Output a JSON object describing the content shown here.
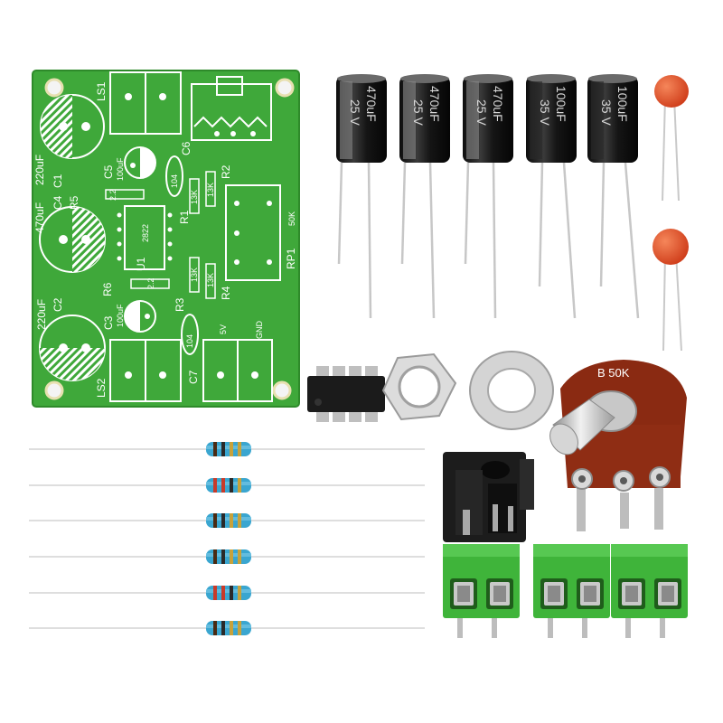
{
  "pcb": {
    "labels": {
      "ls1": "LS1",
      "ls2": "LS2",
      "c1": "C1",
      "c1_val": "220uF",
      "c4": "C4",
      "c4_val": "470uF",
      "c2": "C2",
      "c2_val": "220uF",
      "c3": "C3",
      "c3_val": "100uF",
      "c5": "C5",
      "c5_val": "100uF",
      "c6": "C6",
      "c6_val": "104",
      "c7": "C7",
      "c7_val": "104",
      "r1": "R1",
      "r1_val": "13K",
      "r2": "R2",
      "r2_val": "13K",
      "r3": "R3",
      "r3_val": "13K",
      "r4": "R4",
      "r4_val": "13K",
      "r5": "R5",
      "r5_val": "2.2",
      "r6": "R6",
      "r6_val": "2.2",
      "u1": "U1",
      "u1_val": "2822",
      "rp1": "RP1",
      "rp1_val": "50K",
      "v5": "5V",
      "gnd": "GND"
    }
  },
  "capacitors": [
    {
      "value": "470",
      "unit": "uF",
      "voltage": "25",
      "vunit": "V"
    },
    {
      "value": "470",
      "unit": "uF",
      "voltage": "25",
      "vunit": "V"
    },
    {
      "value": "470",
      "unit": "uF",
      "voltage": "25",
      "vunit": "V"
    },
    {
      "value": "100",
      "unit": "uF",
      "voltage": "35",
      "vunit": "V"
    },
    {
      "value": "100",
      "unit": "uF",
      "voltage": "35",
      "vunit": "V"
    }
  ],
  "potentiometer": {
    "label": "B 50K"
  },
  "colors": {
    "pcb": "#3fa83a",
    "cap_body": "#1a1a1a",
    "ceramic": "#e0502a",
    "terminal": "#3fb43a",
    "pot_body": "#8a2a12",
    "resistor": "#3aa6d0"
  }
}
